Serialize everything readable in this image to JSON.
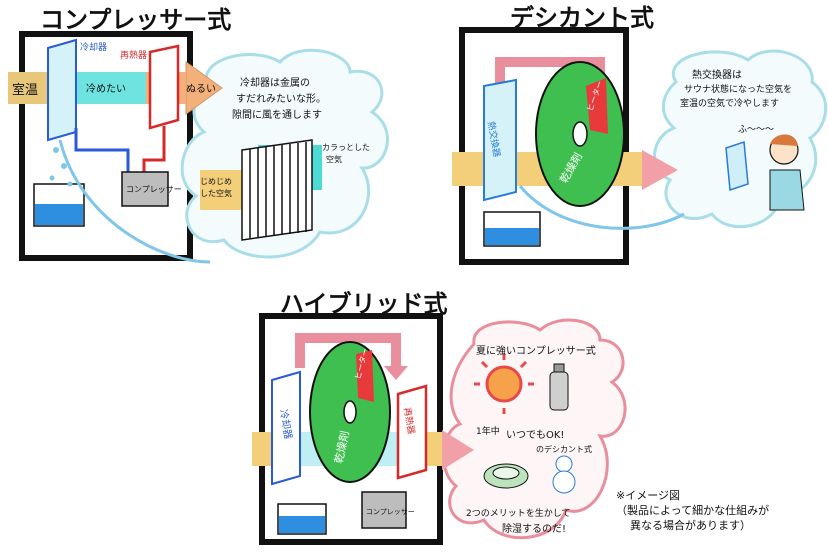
{
  "compressor": {
    "title": "コンプレッサー式",
    "cooler": "冷却器",
    "reheater": "再熱器",
    "room_temp": "室温",
    "cold_label": "冷めたい",
    "warm_label": "ぬるい",
    "compressor_box": "コンプレッサー",
    "bubble_text": [
      "冷却器は金属の",
      "すだれみたいな形。",
      "隙間に風を通します"
    ],
    "dry_air": [
      "カラっとした",
      "空気"
    ],
    "wet_air": [
      "じめじめ",
      "した空気"
    ]
  },
  "desiccant": {
    "title": "デシカント式",
    "heat_exchanger": "熱交換器",
    "heater": "ヒーター",
    "desiccant_agent": "乾燥剤",
    "bubble_text": [
      "熱交換器は",
      "サウナ状態になった空気を",
      "室温の空気で冷やします"
    ],
    "speech": "ふ〜〜〜"
  },
  "hybrid": {
    "title": "ハイブリッド式",
    "cooler": "冷却器",
    "reheater": "再熱器",
    "heater": "ヒーター",
    "desiccant_agent": "乾燥剤",
    "compressor_box": "コンプレッサー",
    "bubble_line1": "夏に強いコンプレッサー式",
    "bubble_line2a": "1年中",
    "bubble_line2b": "いつでもOK!",
    "bubble_line3": "のデシカント式",
    "bubble_line4": "2つのメリットを生かして",
    "bubble_line5": "除湿するのだ!"
  },
  "footnote": {
    "line1": "※イメージ図",
    "line2": "（製品によって細かな仕組みが",
    "line3": "異なる場合があります）"
  }
}
